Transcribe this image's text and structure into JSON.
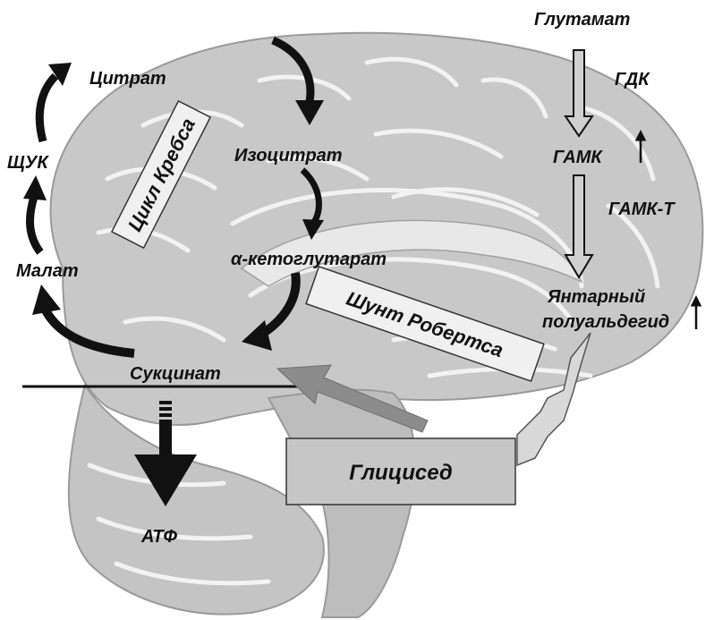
{
  "labels": {
    "citrate": "Цитрат",
    "isocitrate": "Изоцитрат",
    "alpha_ketoglutarate": "α-кетоглутарат",
    "succinate": "Сукцинат",
    "malate": "Малат",
    "oxaloacetate": "ЩУК",
    "atp": "АТФ",
    "glutamate": "Глутамат",
    "gdk": "ГДК",
    "gaba": "ГАМК",
    "gaba_t": "ГАМК-Т",
    "succinic_semialdehyde_1": "Янтарный",
    "succinic_semialdehyde_2": "полуальдегид"
  },
  "boxes": {
    "krebs_cycle": "Цикл Кребса",
    "roberts_shunt": "Шунт Робертса",
    "glycised": "Глицисед"
  },
  "colors": {
    "brain": "#c8c8c8",
    "brain_edge": "#9a9a9a",
    "sulcus": "#f2f2f2",
    "arrow_dark": "#111111",
    "arrow_gray": "#8c8c8c",
    "box_fill": "#c6c6c6",
    "box_light": "#f0f0f0"
  }
}
